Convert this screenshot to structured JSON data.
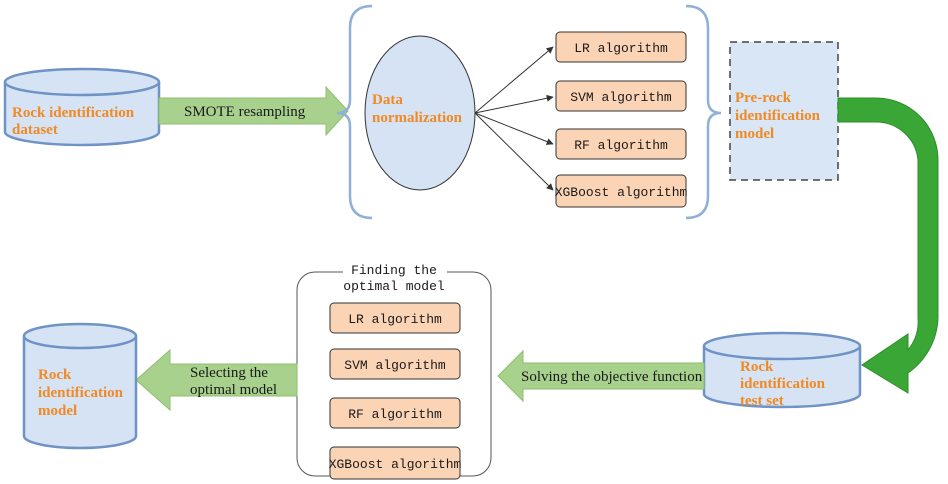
{
  "colors": {
    "cylinder_fill": "#d5e3f5",
    "cylinder_stroke": "#6f93c4",
    "label_orange": "#f08a24",
    "algo_fill": "#fbd3b5",
    "algo_stroke": "#333333",
    "arrow_fill": "#a9d18e",
    "arrow_stroke": "#8fbf6e",
    "big_arrow": "#3aa635",
    "brace": "#8fb0d8",
    "dashed_box_fill": "#d9e6f5"
  },
  "nodes": {
    "dataset": [
      "Rock identification",
      "dataset"
    ],
    "normalization": [
      "Data",
      "normalization"
    ],
    "pre_model": [
      "Pre-rock",
      "identification",
      "model"
    ],
    "test_set": [
      "Rock",
      "identification",
      "test set"
    ],
    "final_model": [
      "Rock",
      "identification",
      "model"
    ]
  },
  "arrows": {
    "smote": "SMOTE resampling",
    "objective": "Solving the objective function",
    "selecting": [
      "Selecting the",
      "optimal model"
    ]
  },
  "top_algorithms": [
    "LR algorithm",
    "SVM algorithm",
    "RF algorithm",
    "XGBoost algorithm"
  ],
  "optimal_group": {
    "title": [
      "Finding the",
      "optimal model"
    ],
    "algorithms": [
      "LR algorithm",
      "SVM algorithm",
      "RF algorithm",
      "XGBoost algorithm"
    ]
  }
}
